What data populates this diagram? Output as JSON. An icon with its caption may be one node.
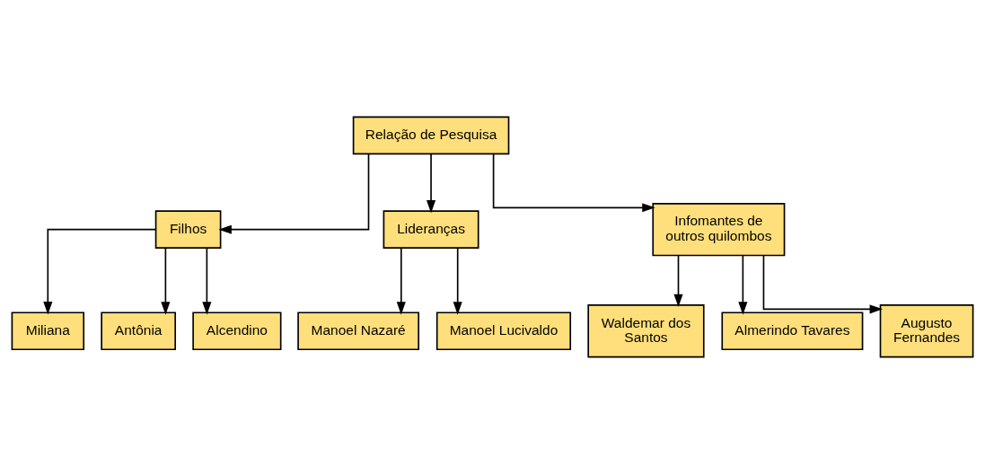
{
  "diagram": {
    "nodes": [
      {
        "text": [
          "Relação de Pesquisa"
        ]
      },
      {
        "text": [
          "Filhos"
        ]
      },
      {
        "text": [
          "Lideranças"
        ]
      },
      {
        "text": [
          "Infomantes de outros quilombos"
        ]
      },
      {
        "text": [
          "Miliana"
        ]
      },
      {
        "text": [
          "Antônia"
        ]
      },
      {
        "text": [
          "Alcendino"
        ]
      },
      {
        "text": [
          "Manoel Nazaré"
        ]
      },
      {
        "text": [
          "Manoel Lucivaldo"
        ]
      },
      {
        "text": [
          "Waldemar dos Santos"
        ]
      },
      {
        "text": [
          "Almerindo Tavares"
        ]
      },
      {
        "text": [
          "Augusto Fernandes"
        ]
      }
    ],
    "edges": [
      {
        "from": 0,
        "to": 1,
        "arrow": "to"
      },
      {
        "from": 0,
        "to": 2,
        "arrow": "to"
      },
      {
        "from": 0,
        "to": 3,
        "arrow": "to"
      },
      {
        "from": 1,
        "to": 4,
        "arrow": "to"
      },
      {
        "from": 1,
        "to": 5,
        "arrow": "to"
      },
      {
        "from": 1,
        "to": 6,
        "arrow": "to"
      },
      {
        "from": 2,
        "to": 7,
        "arrow": "to"
      },
      {
        "from": 2,
        "to": 8,
        "arrow": "to"
      },
      {
        "from": 3,
        "to": 9,
        "arrow": "to"
      },
      {
        "from": 3,
        "to": 10,
        "arrow": "to"
      },
      {
        "from": 3,
        "to": 11,
        "arrow": "to"
      }
    ]
  }
}
